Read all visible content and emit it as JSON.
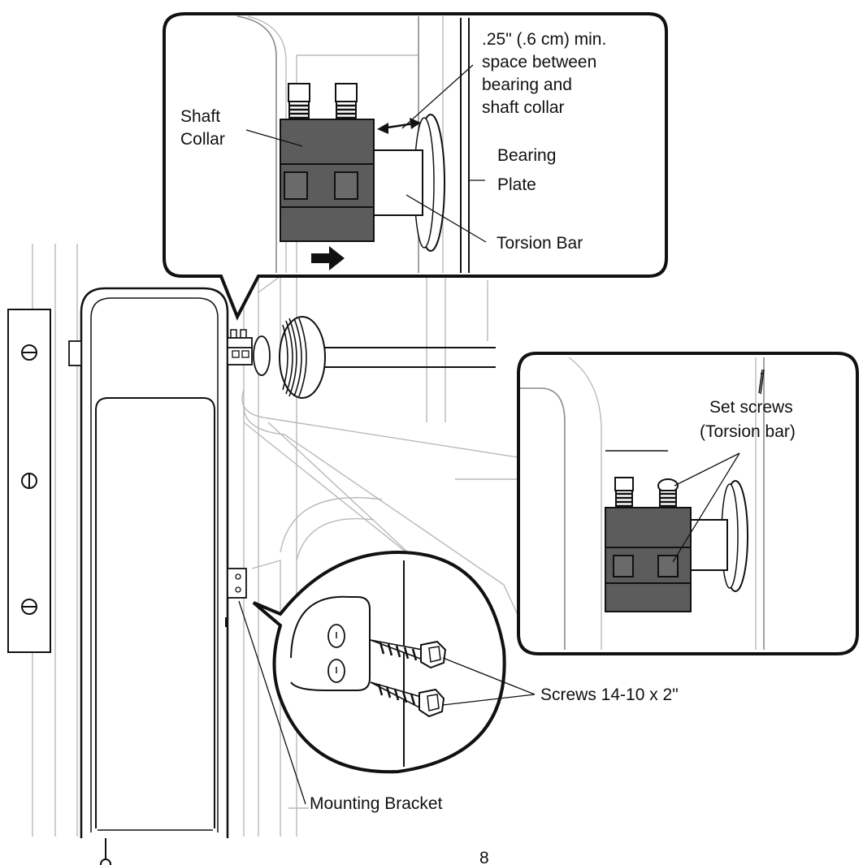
{
  "labels": {
    "spacing_note": [
      ".25\" (.6 cm) min.",
      "space between",
      "bearing and",
      "shaft collar"
    ],
    "shaft_collar": [
      "Shaft",
      "Collar"
    ],
    "bearing_plate": [
      "Bearing",
      "Plate"
    ],
    "torsion_bar": "Torsion Bar",
    "set_screws": [
      "Set screws",
      "(Torsion bar)"
    ],
    "screws": "Screws 14-10 x 2\"",
    "mounting_bracket": "Mounting Bracket",
    "page_number": "8"
  },
  "colors": {
    "ink": "#111111",
    "block": "#5c5c5c",
    "faint_line": "#b9b9b9"
  }
}
